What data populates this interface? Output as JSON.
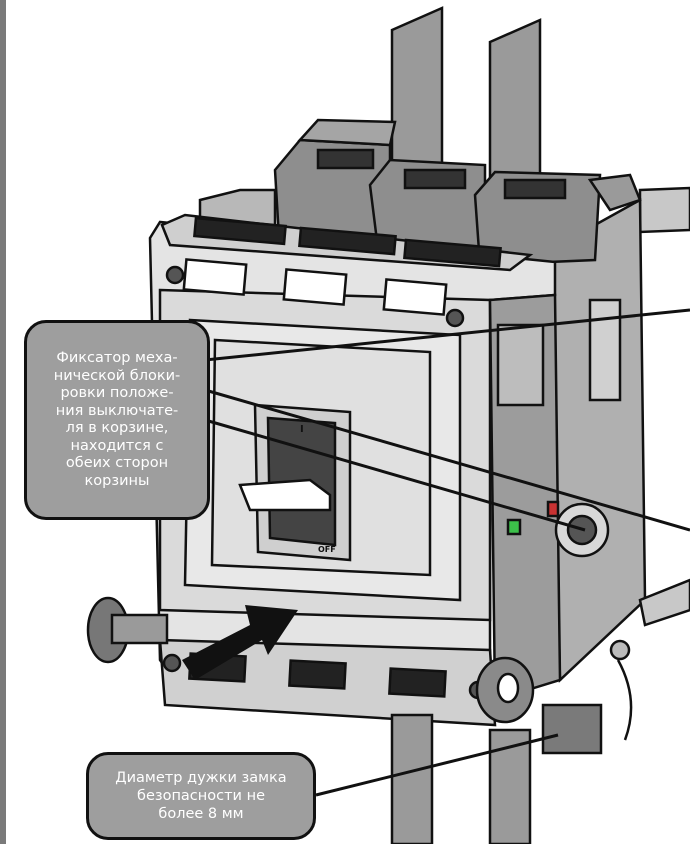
{
  "colors": {
    "callout_fill": "#9e9e9e",
    "metal": "#b5b5b5",
    "metal_dark": "#8a8a8a",
    "body": "#dcdcdc",
    "outline": "#111111",
    "indicator_green": "#3cc04a",
    "indicator_red": "#c83232"
  },
  "labels": {
    "switch_on_mark": "I",
    "switch_off_mark": "OFF"
  },
  "callouts": {
    "lock_fixator": {
      "lines": [
        "Фиксатор меха-",
        "нической блоки-",
        "ровки положе-",
        "ния выключате-",
        "ля в корзине,",
        "находится с",
        "обеих сторон",
        "корзины"
      ]
    },
    "padlock": {
      "lines": [
        "Диаметр дужки замка",
        "безопасности не",
        "более 8 мм"
      ]
    }
  }
}
